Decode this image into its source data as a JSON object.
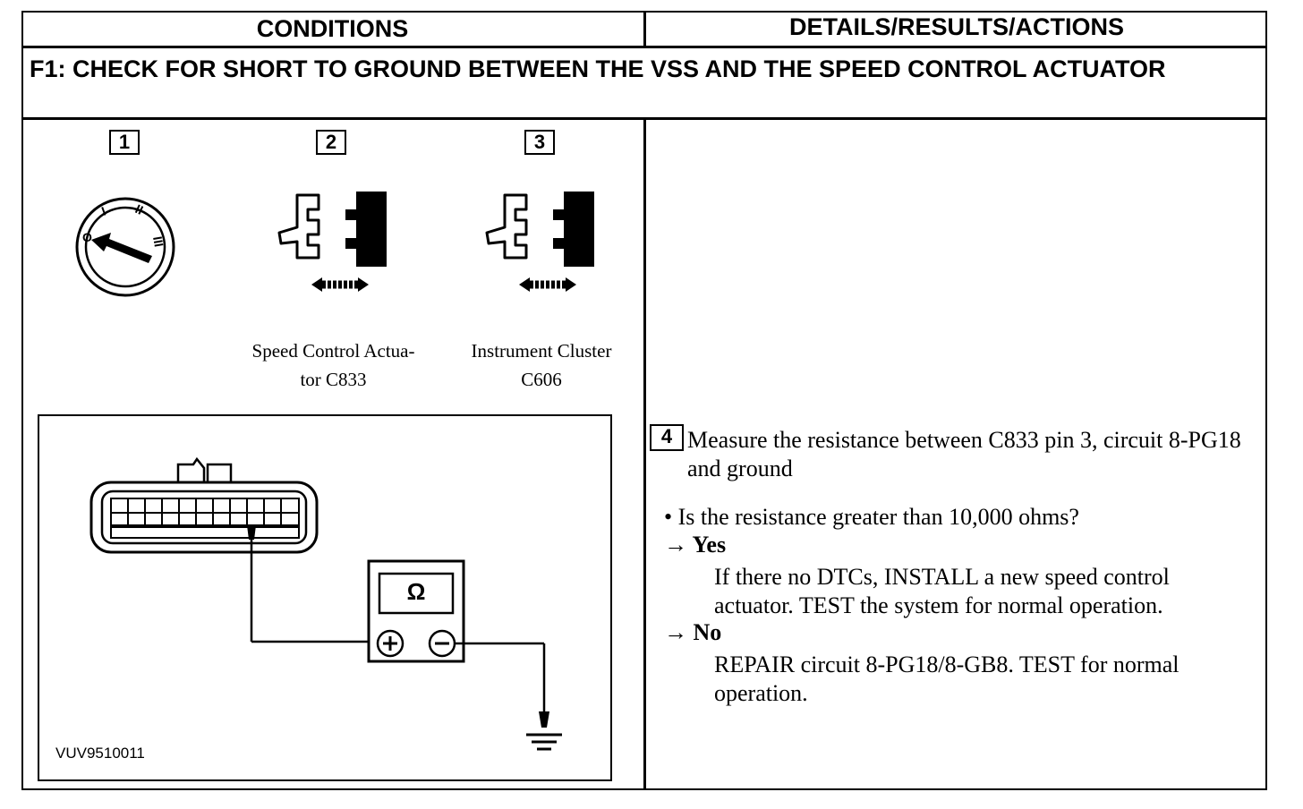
{
  "header": {
    "conditions": "CONDITIONS",
    "details": "DETAILS/RESULTS/ACTIONS"
  },
  "test_title": "F1: CHECK FOR SHORT TO GROUND BETWEEN THE VSS AND THE SPEED CONTROL ACTUATOR",
  "steps": [
    "1",
    "2",
    "3",
    "4"
  ],
  "connectors": {
    "actuator": {
      "line1": "Speed Control Actua-",
      "line2": "tor C833"
    },
    "cluster": {
      "line1": "Instrument Cluster",
      "line2": "C606"
    }
  },
  "ignition_positions": [
    "O",
    "I",
    "II",
    "III"
  ],
  "meter_symbol": "Ω",
  "figure_code": "VUV9510011",
  "action": {
    "instruction": "Measure the resistance between C833 pin 3, circuit 8-PG18 and ground",
    "question": "• Is the resistance greater than 10,000 ohms?",
    "yes_label": "→ Yes",
    "yes_text": "If there no DTCs, INSTALL a new speed control actuator. TEST the system for normal operation.",
    "no_label": "→ No",
    "no_text": "REPAIR circuit 8-PG18/8-GB8. TEST for normal operation."
  }
}
